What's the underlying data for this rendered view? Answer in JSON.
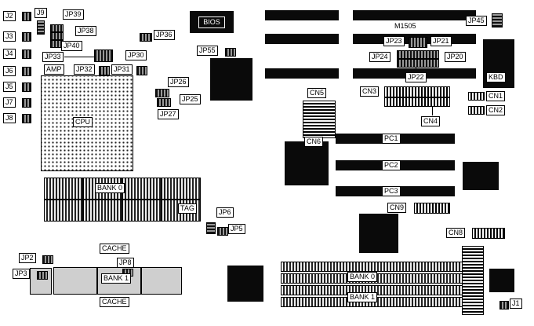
{
  "diagram": {
    "type": "motherboard-jumper-layout",
    "chipset": "M1505"
  },
  "labels": {
    "j1": "J1",
    "j2": "J2",
    "j3": "J3",
    "j4": "J4",
    "j5": "J5",
    "j6": "J6",
    "j7": "J7",
    "j8": "J8",
    "j9": "J9",
    "jp2": "JP2",
    "jp3": "JP3",
    "jp5": "JP5",
    "jp6": "JP6",
    "jp8": "JP8",
    "jp20": "JP20",
    "jp21": "JP21",
    "jp22": "JP22",
    "jp23": "JP23",
    "jp24": "JP24",
    "jp25": "JP25",
    "jp26": "JP26",
    "jp27": "JP27",
    "jp30": "JP30",
    "jp31": "JP31",
    "jp32": "JP32",
    "jp33": "JP33",
    "jp36": "JP36",
    "jp38": "JP38",
    "jp39": "JP39",
    "jp40": "JP40",
    "jp45": "JP45",
    "jp55": "JP55",
    "cn1": "CN1",
    "cn2": "CN2",
    "cn3": "CN3",
    "cn4": "CN4",
    "cn5": "CN5",
    "cn6": "CN6",
    "cn8": "CN8",
    "cn9": "CN9",
    "cpu": "CPU",
    "bios": "BIOS",
    "amp": "AMP",
    "kbd": "KBD",
    "m1505": "M1505",
    "pc1": "PC1",
    "pc2": "PC2",
    "pc3": "PC3",
    "bank0_top": "BANK 0",
    "tag": "TAG",
    "bank1_left": "BANK 1",
    "cache_top": "CACHE",
    "cache_bottom": "CACHE",
    "bank0_right": "BANK 0",
    "bank1_right": "BANK 1"
  },
  "colors": {
    "background": "#ffffff",
    "component": "#0a0a0a",
    "label_bg": "#ffffff",
    "label_border": "#000000"
  }
}
